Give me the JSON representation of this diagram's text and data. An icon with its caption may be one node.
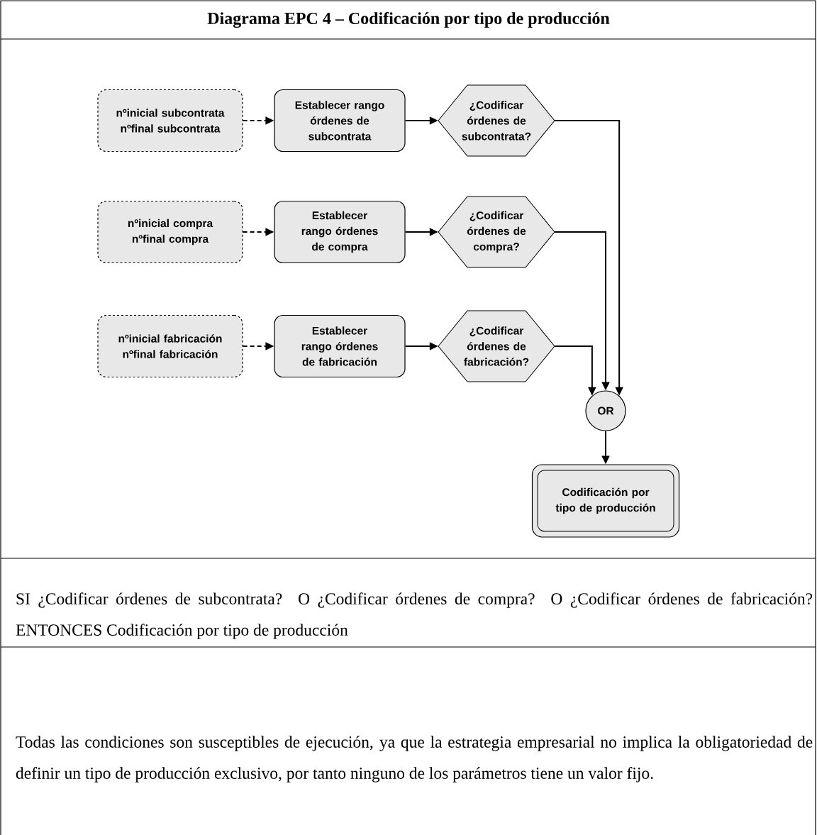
{
  "diagram": {
    "title": "Diagrama EPC 4 – Codificación por tipo de producción",
    "nodes": [
      {
        "text": [
          "nºinicial subcontrata nºfinal subcontrata"
        ]
      },
      {
        "text": [
          "Establecer rango órdenes de subcontrata"
        ]
      },
      {
        "text": [
          "¿Codificar órdenes de subcontrata?"
        ]
      },
      {
        "text": [
          "nºinicial compra nºfinal compra"
        ]
      },
      {
        "text": [
          "Establecer rango órdenes de compra"
        ]
      },
      {
        "text": [
          "¿Codificar órdenes de compra?"
        ]
      },
      {
        "text": [
          "nºinicial fabricación nºfinal fabricación"
        ]
      },
      {
        "text": [
          "Establecer rango órdenes de fabricación"
        ]
      },
      {
        "text": [
          "¿Codificar órdenes de fabricación?"
        ]
      },
      {
        "text": [
          "OR"
        ]
      },
      {
        "text": [
          "Codificación por tipo de producción"
        ]
      }
    ],
    "edges": [
      {
        "from": 0,
        "to": 1,
        "arrow": "to",
        "style": "dashed"
      },
      {
        "from": 1,
        "to": 2,
        "arrow": "to"
      },
      {
        "from": 2,
        "to": 9,
        "arrow": "to"
      },
      {
        "from": 3,
        "to": 4,
        "arrow": "to",
        "style": "dashed"
      },
      {
        "from": 4,
        "to": 5,
        "arrow": "to"
      },
      {
        "from": 5,
        "to": 9,
        "arrow": "to"
      },
      {
        "from": 6,
        "to": 7,
        "arrow": "to",
        "style": "dashed"
      },
      {
        "from": 7,
        "to": 8,
        "arrow": "to"
      },
      {
        "from": 8,
        "to": 9,
        "arrow": "to"
      },
      {
        "from": 9,
        "to": 10,
        "arrow": "to"
      }
    ],
    "labels": [
      "SI ¿Codificar órdenes de subcontrata? O ¿Codificar órdenes de compra? O ¿Codificar órdenes de fabricación? ENTONCES Codificación por tipo de producción",
      "Todas las condiciones son susceptibles de ejecución, ya que la estrategia empresarial no implica la obligatoriedad de definir un tipo de producción exclusivo, por tanto ninguno de los parámetros tiene un valor fijo."
    ]
  }
}
